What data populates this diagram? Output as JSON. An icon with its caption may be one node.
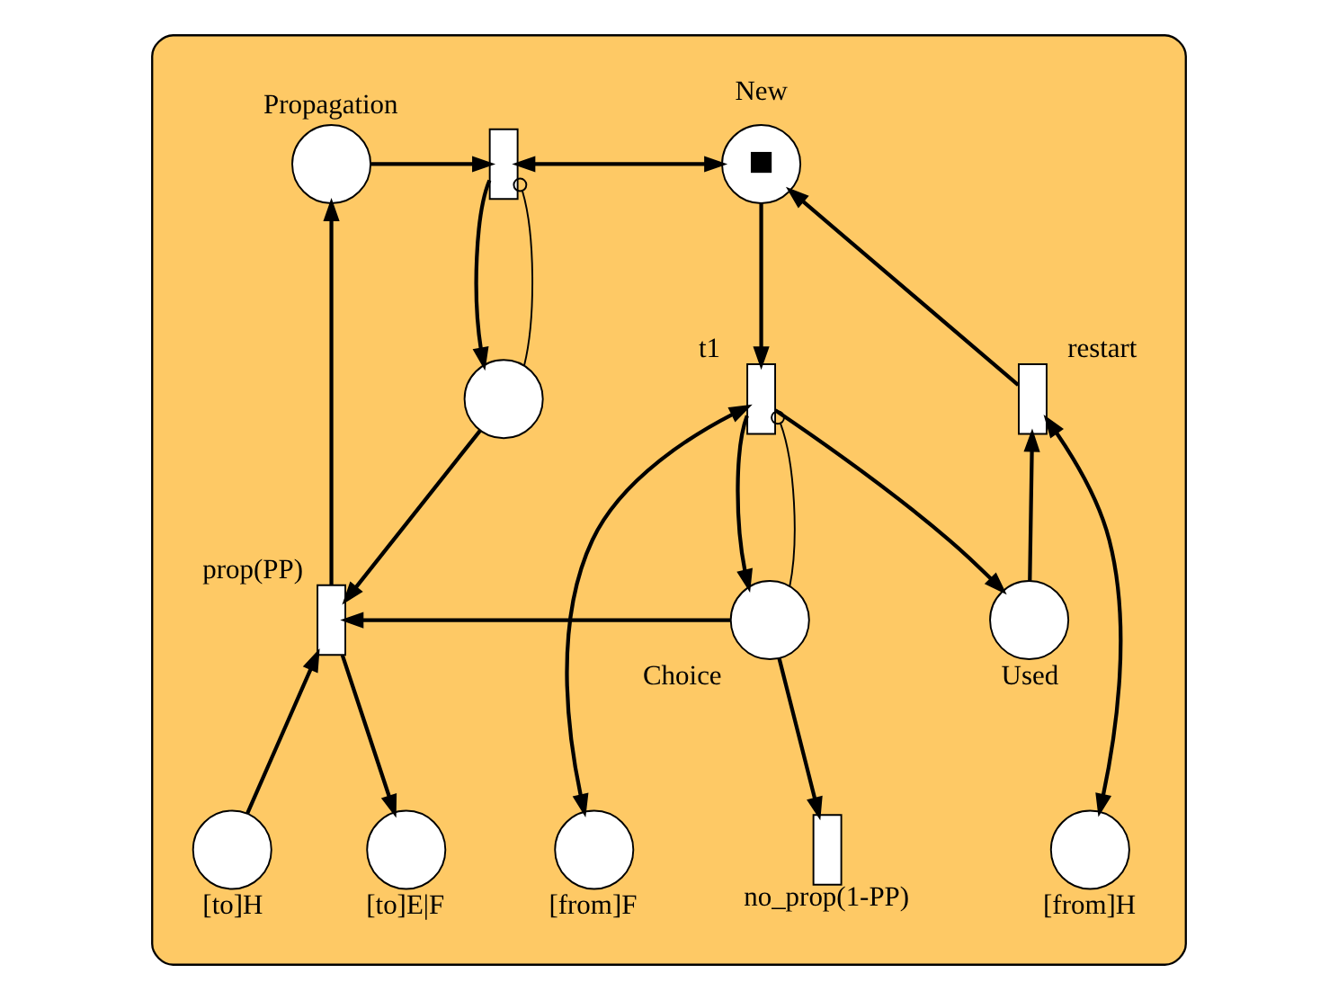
{
  "diagram": {
    "nodes": [
      {
        "text": [],
        "shape": "box"
      },
      {
        "text": [
          "Propagation"
        ],
        "in": 0
      },
      {
        "text": [],
        "shape": "bar",
        "in": 0
      },
      {
        "text": [
          "New"
        ],
        "in": 0
      },
      {
        "text": [],
        "shape": "circle",
        "in": 0
      },
      {
        "text": [
          "t1"
        ],
        "in": 0
      },
      {
        "text": [
          "restart"
        ],
        "in": 0
      },
      {
        "text": [
          "prop(PP)"
        ],
        "in": 0
      },
      {
        "text": [
          "Choice"
        ],
        "in": 0
      },
      {
        "text": [
          "Used"
        ],
        "in": 0
      },
      {
        "text": [
          "no_prop(1-PP)"
        ],
        "in": 0
      },
      {
        "text": [
          "[to]E|F"
        ],
        "in": 0
      },
      {
        "text": [
          "[to]H"
        ],
        "in": 0
      },
      {
        "text": [
          "[from]F"
        ],
        "in": 0
      },
      {
        "text": [
          "[from]H"
        ],
        "in": 0
      }
    ],
    "edges": [
      {
        "from": 1,
        "to": 2,
        "arrow": "to"
      },
      {
        "from": 2,
        "to": 3,
        "arrow": "both"
      },
      {
        "from": 2,
        "to": 4,
        "arrow": "to"
      },
      {
        "from": 4,
        "to": 2,
        "arrow": "other"
      },
      {
        "from": 4,
        "to": 7,
        "arrow": "to"
      },
      {
        "from": 7,
        "to": 1,
        "arrow": "to"
      },
      {
        "from": 3,
        "to": 5,
        "arrow": "to"
      },
      {
        "from": 5,
        "to": 9,
        "arrow": "to"
      },
      {
        "from": 9,
        "to": 6,
        "arrow": "to"
      },
      {
        "from": 6,
        "to": 3,
        "arrow": "to"
      },
      {
        "from": 5,
        "to": 8,
        "arrow": "to"
      },
      {
        "from": 8,
        "to": 5,
        "arrow": "other"
      },
      {
        "from": 8,
        "to": 7,
        "arrow": "to"
      },
      {
        "from": 8,
        "to": 10,
        "arrow": "to"
      },
      {
        "from": 7,
        "to": 11,
        "arrow": "to"
      },
      {
        "from": 12,
        "to": 7,
        "arrow": "to"
      },
      {
        "from": 13,
        "to": 5,
        "arrow": "both"
      },
      {
        "from": 14,
        "to": 6,
        "arrow": "both"
      }
    ]
  }
}
